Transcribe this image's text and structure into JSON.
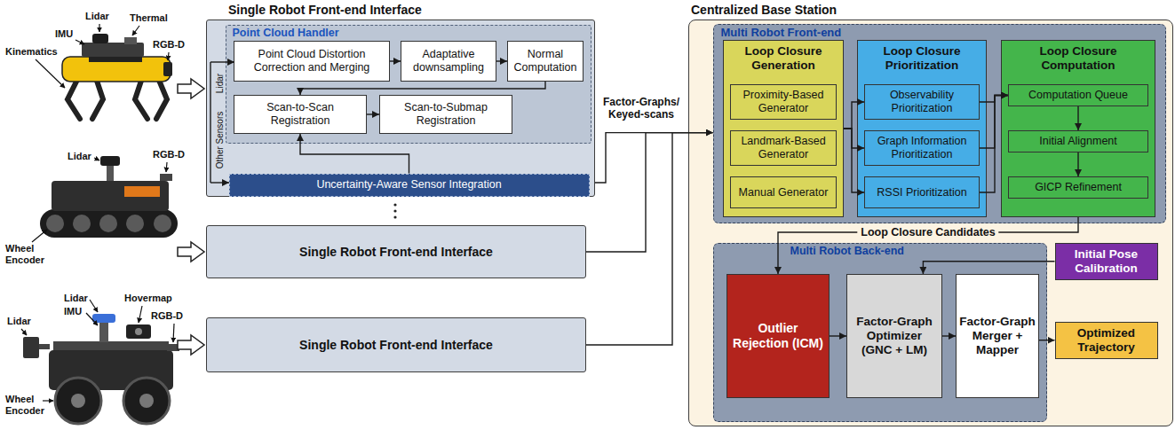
{
  "diagram": {
    "nodes": [
      {
        "text": [
          "Single Robot Front-end Interface"
        ]
      },
      {
        "text": [
          "Point Cloud Handler"
        ],
        "in": 0
      },
      {
        "text": [
          "Point Cloud Distortion Correction and Merging"
        ],
        "in": 1
      },
      {
        "text": [
          "Adaptative downsampling"
        ],
        "in": 1
      },
      {
        "text": [
          "Normal Computation"
        ],
        "in": 1
      },
      {
        "text": [
          "Scan-to-Scan Registration"
        ],
        "in": 1
      },
      {
        "text": [
          "Scan-to-Submap Registration"
        ],
        "in": 1
      },
      {
        "text": [
          "Uncertainty-Aware Sensor Integration"
        ],
        "in": 0
      },
      {
        "text": [
          "Single Robot Front-end Interface"
        ]
      },
      {
        "text": [
          "Single Robot Front-end Interface"
        ]
      },
      {
        "text": [
          "Centralized Base Station"
        ]
      },
      {
        "text": [
          "Multi Robot Front-end"
        ],
        "in": 10
      },
      {
        "text": [
          "Loop Closure Generation"
        ],
        "in": 11
      },
      {
        "text": [
          "Proximity-Based Generator"
        ],
        "in": 12
      },
      {
        "text": [
          "Landmark-Based Generator"
        ],
        "in": 12
      },
      {
        "text": [
          "Manual Generator"
        ],
        "in": 12
      },
      {
        "text": [
          "Loop Closure Prioritization"
        ],
        "in": 11
      },
      {
        "text": [
          "Observability Prioritization"
        ],
        "in": 16
      },
      {
        "text": [
          "Graph Information Prioritization"
        ],
        "in": 16
      },
      {
        "text": [
          "RSSI Prioritization"
        ],
        "in": 16
      },
      {
        "text": [
          "Loop Closure Computation"
        ],
        "in": 11
      },
      {
        "text": [
          "Computation Queue"
        ],
        "in": 20
      },
      {
        "text": [
          "Initial Alignment"
        ],
        "in": 20
      },
      {
        "text": [
          "GICP Refinement"
        ],
        "in": 20
      },
      {
        "text": [
          "Multi Robot Back-end"
        ],
        "in": 10
      },
      {
        "text": [
          "Outlier Rejection (ICM)"
        ],
        "in": 24
      },
      {
        "text": [
          "Factor-Graph Optimizer (GNC + LM)"
        ],
        "in": 24
      },
      {
        "text": [
          "Factor-Graph Merger + Mapper"
        ],
        "in": 24
      },
      {
        "text": [
          "Initial Pose Calibration"
        ],
        "in": 10
      },
      {
        "text": [
          "Optimized Trajectory"
        ],
        "in": 10
      }
    ],
    "edges": [
      {
        "from": 2,
        "to": 3,
        "arrow": "to"
      },
      {
        "from": 3,
        "to": 4,
        "arrow": "to"
      },
      {
        "from": 4,
        "to": 5,
        "arrow": "to"
      },
      {
        "from": 5,
        "to": 6,
        "arrow": "to"
      },
      {
        "from": 7,
        "to": 5,
        "arrow": "to"
      },
      {
        "from": 0,
        "to": 11,
        "arrow": "to"
      },
      {
        "from": 8,
        "to": 11,
        "arrow": "to"
      },
      {
        "from": 9,
        "to": 11,
        "arrow": "to"
      },
      {
        "from": 12,
        "to": 17,
        "arrow": "to"
      },
      {
        "from": 12,
        "to": 18,
        "arrow": "to"
      },
      {
        "from": 12,
        "to": 19,
        "arrow": "to"
      },
      {
        "from": 17,
        "to": 21,
        "arrow": "to"
      },
      {
        "from": 18,
        "to": 21,
        "arrow": "to"
      },
      {
        "from": 19,
        "to": 21,
        "arrow": "to"
      },
      {
        "from": 21,
        "to": 22,
        "arrow": "to"
      },
      {
        "from": 22,
        "to": 23,
        "arrow": "to"
      },
      {
        "from": 20,
        "to": 25,
        "label": "Loop Closure Candidates",
        "arrow": "to"
      },
      {
        "from": 28,
        "to": 26,
        "arrow": "to"
      },
      {
        "from": 25,
        "to": 26,
        "arrow": "to"
      },
      {
        "from": 26,
        "to": 27,
        "arrow": "to"
      },
      {
        "from": 27,
        "to": 29,
        "arrow": "to"
      }
    ],
    "labels": [
      "Lidar",
      "IMU",
      "Thermal",
      "RGB-D",
      "Kinematics",
      "Lidar",
      "RGB-D",
      "Wheel Encoder",
      "Lidar",
      "IMU",
      "Hovermap",
      "Lidar",
      "RGB-D",
      "Wheel Encoder",
      "Lidar",
      "Other Sensors",
      "Factor-Graphs/ Keyed-scans"
    ]
  }
}
